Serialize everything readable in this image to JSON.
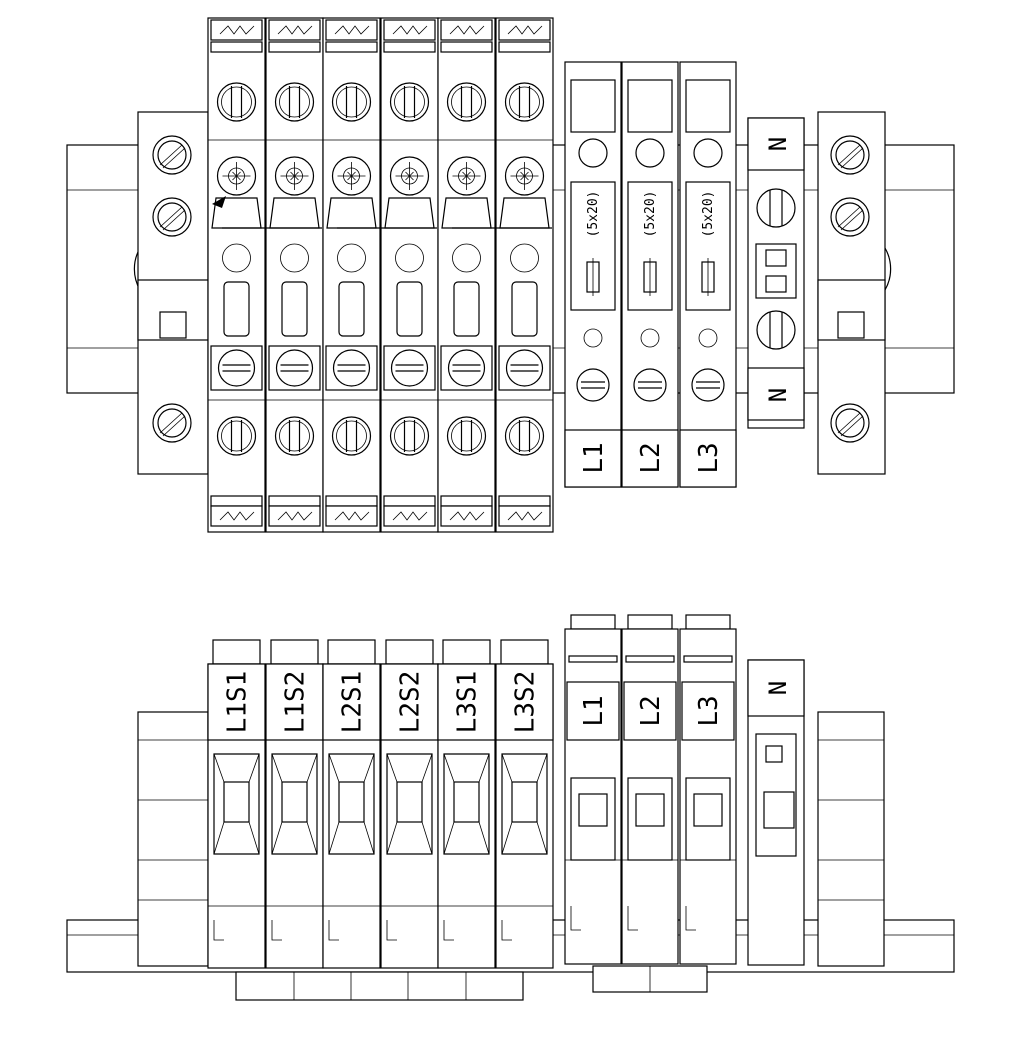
{
  "colors": {
    "line": "#000000",
    "background": "#ffffff"
  },
  "top_view": {
    "ct_labels": [
      "",
      "",
      "",
      "",
      "",
      ""
    ],
    "fuse_ratings": [
      "(5x20)",
      "(5x20)",
      "(5x20)"
    ],
    "phase_labels": [
      "L1",
      "L2",
      "L3"
    ],
    "neutral_top": "N",
    "neutral_bottom": "N"
  },
  "front_view": {
    "ct_labels": [
      "L1S1",
      "L1S2",
      "L2S1",
      "L2S2",
      "L3S1",
      "L3S2"
    ],
    "phase_labels": [
      "L1",
      "L2",
      "L3"
    ],
    "neutral_label": "N"
  }
}
